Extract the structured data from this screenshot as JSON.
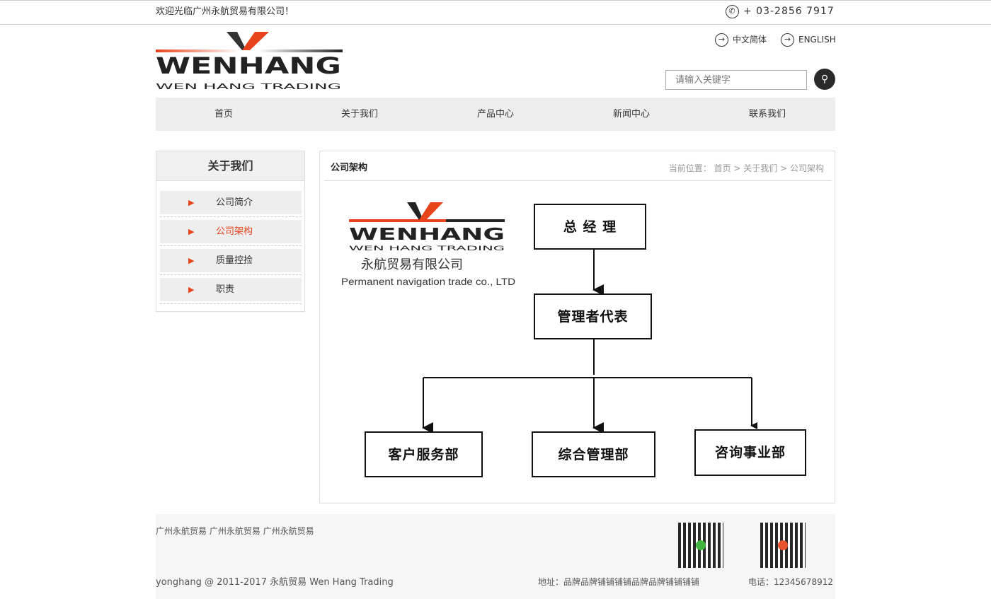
{
  "topbar": {
    "welcome": "欢迎光临广州永航贸易有限公司！",
    "phone": "+ 03-2856 7917"
  },
  "header": {
    "logo_main": "WENHANG",
    "logo_sub": "WEN HANG TRADING",
    "lang_cn": "中文简体",
    "lang_en": "ENGLISH",
    "search_placeholder": "请输入关键字"
  },
  "nav": [
    "首页",
    "关于我们",
    "产品中心",
    "新闻中心",
    "联系我们"
  ],
  "sidebar": {
    "title": "关于我们",
    "items": [
      "公司简介",
      "公司架构",
      "质量控捡",
      "职责"
    ],
    "active_index": 1
  },
  "content": {
    "title": "公司架构",
    "breadcrumb_label": "当前位置：",
    "breadcrumb": [
      "首页",
      "关于我们",
      "公司架构"
    ],
    "image": {
      "logo_main": "WENHANG",
      "logo_sub": "WEN HANG TRADING",
      "company_cn": "永航贸易有限公司",
      "company_en": "Permanent navigation trade co., LTD",
      "org": {
        "top": "总 经 理",
        "middle": "管理者代表",
        "bottom": [
          "客户服务部",
          "综合管理部",
          "咨询事业部"
        ]
      }
    }
  },
  "footer": {
    "links": "广州永航贸易 广州永航贸易 广州永航贸易",
    "copyright": "yonghang @ 2011-2017 永航贸易 Wen Hang Trading",
    "address": "地址：品牌品牌铺铺铺铺品牌品牌铺铺铺铺",
    "tel": "电话：12345678912"
  },
  "colors": {
    "accent": "#e8431a",
    "nav_bg": "#eeeeee"
  }
}
